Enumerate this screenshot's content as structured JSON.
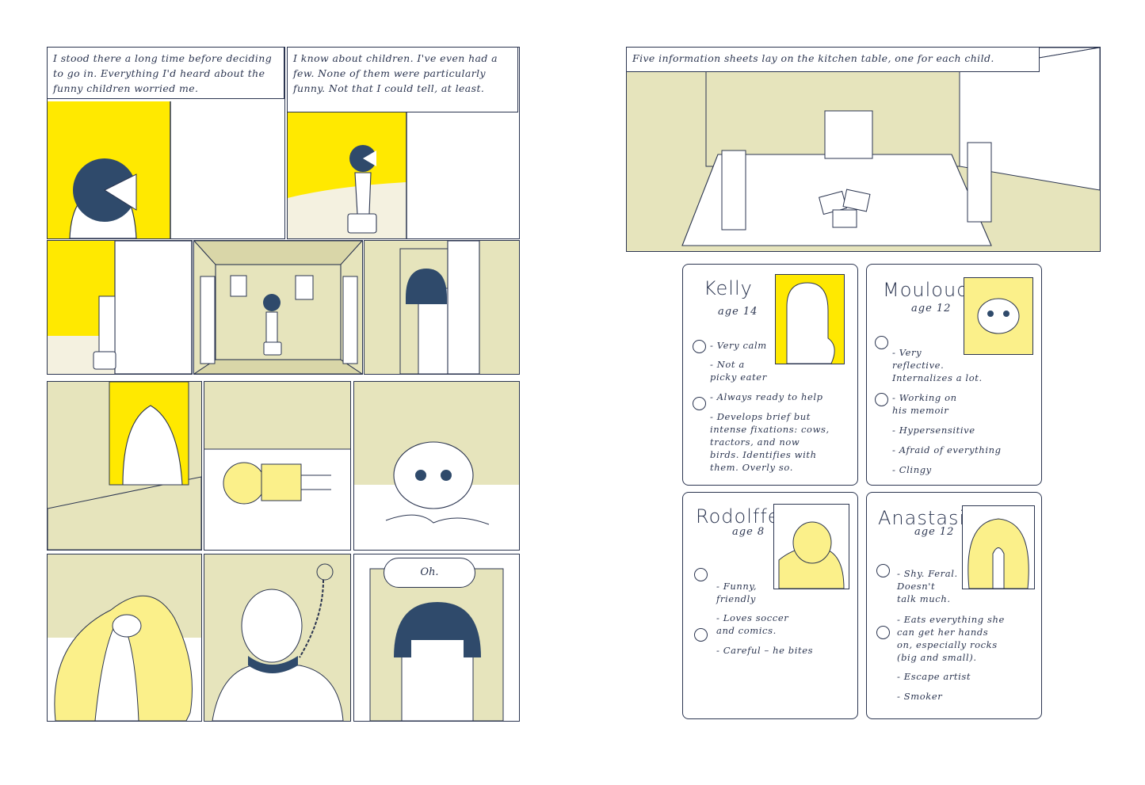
{
  "colors": {
    "ink": "#2b3550",
    "yellow": "#ffe900",
    "pale_yellow": "#fbf08a",
    "khaki": "#e6e4bc",
    "navy": "#2f4a6b"
  },
  "left_page": {
    "caption_1": "I stood there a long time before deciding to go in. Everything I'd heard about the funny children worried me.",
    "caption_2": "I know about children. I've even had a few. None of them were particularly funny. Not that I could tell, at least.",
    "speech_bubble": "Oh."
  },
  "right_page": {
    "caption": "Five information sheets lay on the kitchen table, one for each child.",
    "cards": [
      {
        "name": "Kelly",
        "age": "age 14",
        "traits": [
          "- Very calm",
          "- Not a\n  picky eater",
          "- Always ready to help",
          "- Develops brief but\n  intense fixations: cows,\n  tractors, and now\n  birds. Identifies with\n  them. Overly so."
        ]
      },
      {
        "name": "Mouloud",
        "age": "age 12",
        "traits": [
          "- Very\n  reflective.\n  Internalizes a lot.",
          "- Working on\n  his memoir",
          "- Hypersensitive",
          "- Afraid of everything",
          "- Clingy"
        ]
      },
      {
        "name": "Rodolffe",
        "age": "age 8",
        "traits": [
          "- Funny,\n  friendly",
          "- Loves soccer\n  and comics.",
          "- Careful – he bites"
        ]
      },
      {
        "name": "Anastasia",
        "age": "age 12",
        "traits": [
          "- Shy. Feral.\n  Doesn't\n  talk much.",
          "- Eats everything she\n  can get her hands\n  on, especially rocks\n  (big and small).",
          "- Escape artist",
          "- Smoker"
        ]
      }
    ]
  }
}
